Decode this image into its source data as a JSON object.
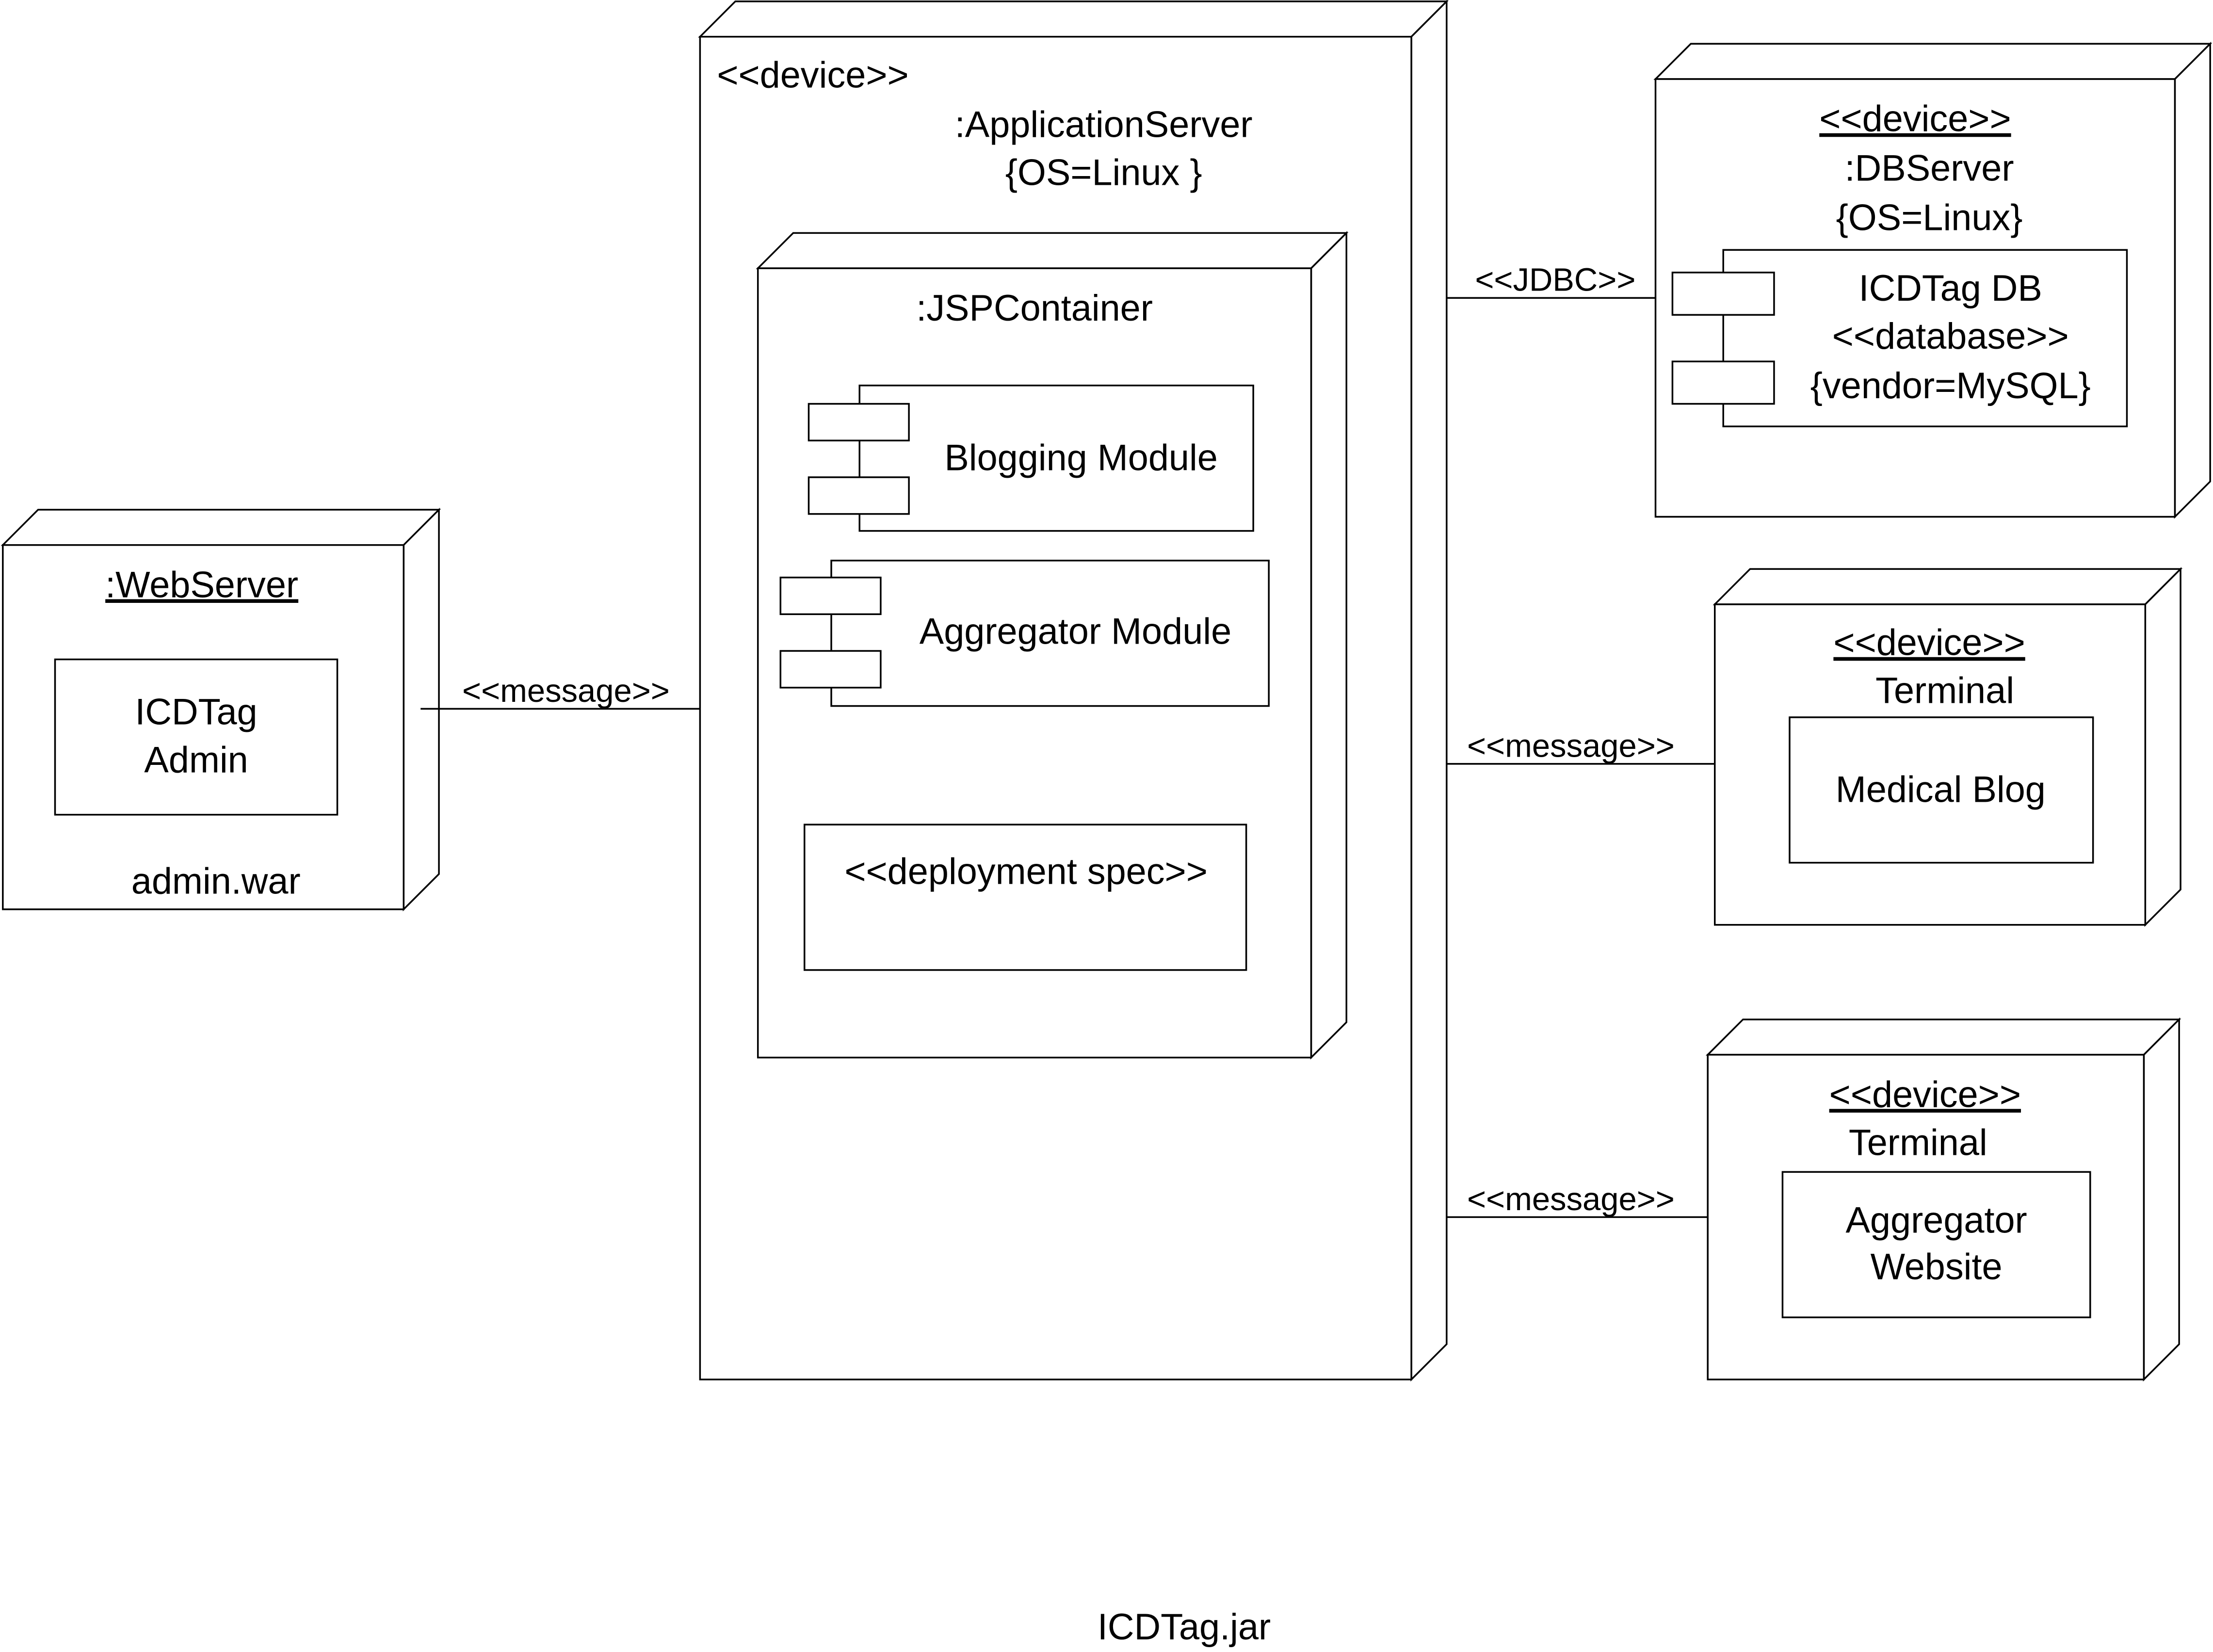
{
  "webserver": {
    "name": ":WebServer",
    "component": [
      "ICDTag",
      "Admin"
    ],
    "artifact": "admin.war"
  },
  "appserver": {
    "stereotype": "<<device>>",
    "name": ":ApplicationServer",
    "constraint": "{OS=Linux }",
    "container": {
      "name": ":JSPContainer",
      "modules": [
        "Blogging Module",
        "Aggregator Module"
      ],
      "spec": "<<deployment spec>>"
    }
  },
  "dbserver": {
    "stereotype": "<<device>>",
    "name": ":DBServer",
    "constraint": "{OS=Linux}",
    "component": [
      "ICDTag DB",
      "<<database>>",
      "{vendor=MySQL}"
    ]
  },
  "terminal1": {
    "stereotype": "<<device>>",
    "name": "Terminal",
    "component": "Medical Blog"
  },
  "terminal2": {
    "stereotype": "<<device>>",
    "name": "Terminal",
    "component": [
      "Aggregator",
      "Website"
    ]
  },
  "links": {
    "web_app": "<<message>>",
    "app_db": "<<JDBC>>",
    "app_term1": "<<message>>",
    "app_term2": "<<message>>"
  },
  "footer": "ICDTag.jar"
}
